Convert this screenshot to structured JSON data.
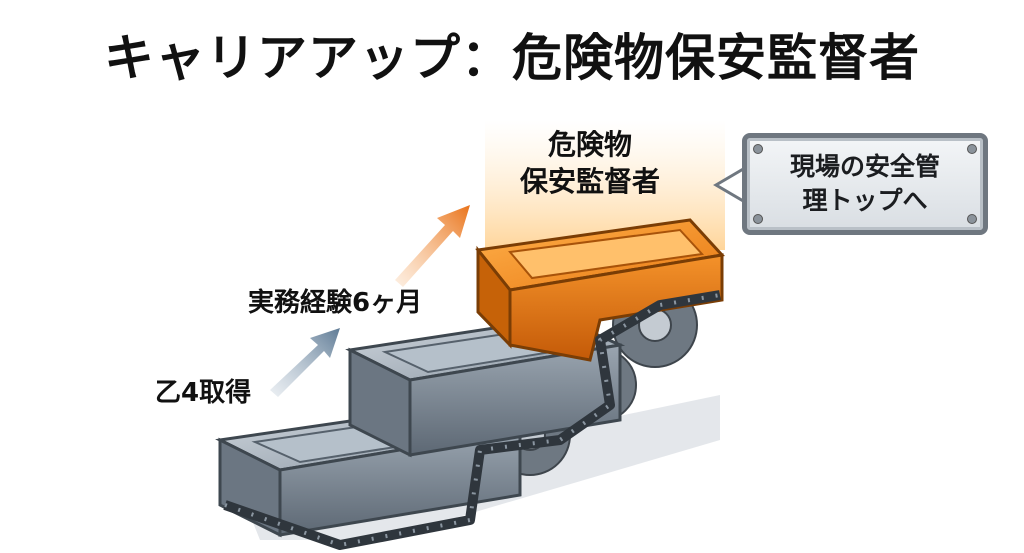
{
  "title": "キャリアアップ：危険物保安監督者",
  "steps": [
    {
      "label": "乙4取得"
    },
    {
      "label": "実務経験6ヶ月"
    },
    {
      "label_line1": "危険物",
      "label_line2": "保安監督者"
    }
  ],
  "sign": {
    "line1": "現場の安全管",
    "line2": "理トップへ"
  },
  "colors": {
    "steel": "#8d99a6",
    "steel_dark": "#4d5863",
    "orange": "#f08a1c",
    "arrow_blue": "#5f7b95",
    "arrow_orange": "#e9731a"
  }
}
